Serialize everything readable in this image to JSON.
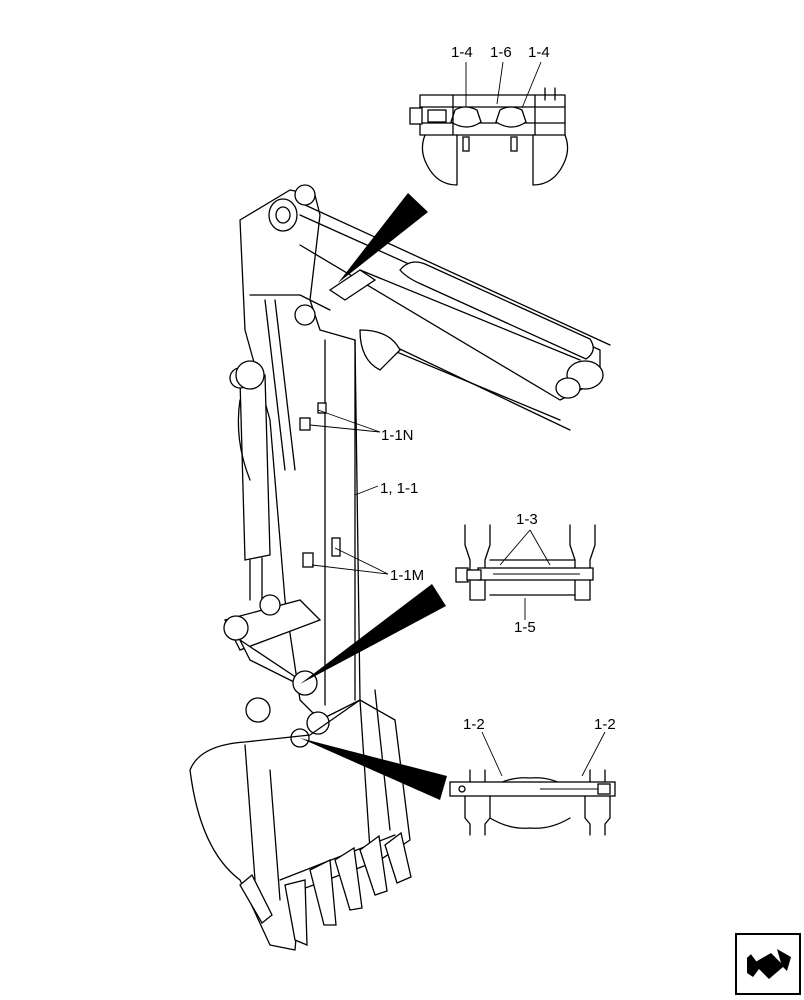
{
  "callouts": {
    "top_left_1_4": "1-4",
    "top_mid_1_6": "1-6",
    "top_right_1_4": "1-4",
    "label_1_1N": "1-1N",
    "label_1_1_1": "1, 1-1",
    "label_1_3": "1-3",
    "label_1_1M": "1-1M",
    "label_1_5": "1-5",
    "label_1_2_left": "1-2",
    "label_1_2_right": "1-2"
  },
  "icons": {
    "navigation": "page-turn-arrow-icon"
  }
}
